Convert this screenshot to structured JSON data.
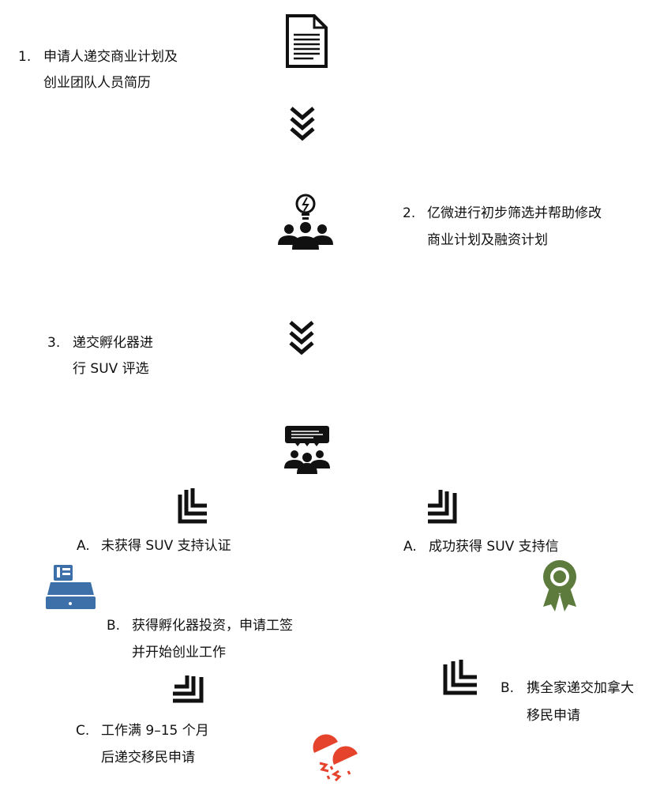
{
  "steps": {
    "s1": {
      "num": "1.",
      "line1": "申请人递交商业计划及",
      "line2": "创业团队人员简历"
    },
    "s2": {
      "num": "2.",
      "line1": "亿微进行初步筛选并帮助修改",
      "line2": "商业计划及融资计划"
    },
    "s3": {
      "num": "3.",
      "line1": "递交孵化器进",
      "line2": "行 SUV 评选"
    },
    "left_a": {
      "num": "A.",
      "line1": "未获得 SUV 支持认证"
    },
    "left_b": {
      "num": "B.",
      "line1": "获得孵化器投资，申请工签",
      "line2": "并开始创业工作"
    },
    "left_c": {
      "num": "C.",
      "line1": "工作满 9–15 个月",
      "line2": "后递交移民申请"
    },
    "right_a": {
      "num": "A.",
      "line1": "成功获得 SUV 支持信"
    },
    "right_b": {
      "num": "B.",
      "line1": "携全家递交加拿大",
      "line2": "移民申请"
    }
  },
  "colors": {
    "blue": "#3d6fa8",
    "green": "#5d7b3c",
    "red": "#e5432b",
    "black": "#111111"
  }
}
